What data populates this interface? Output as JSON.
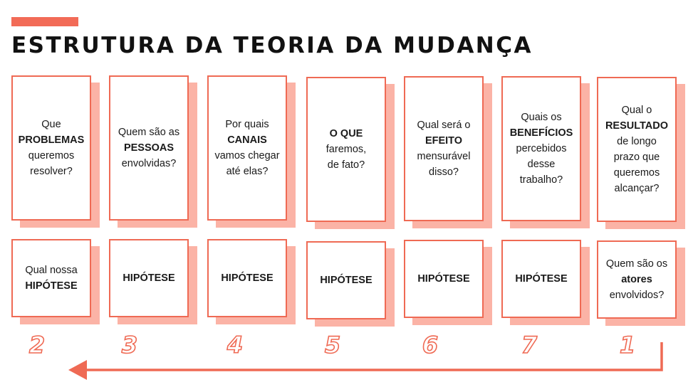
{
  "title": "ESTRUTURA DA TEORIA DA MUDANÇA",
  "colors": {
    "accent": "#ef6a54",
    "shadow": "#fbb3a6"
  },
  "questions": [
    {
      "lines": [
        {
          "t": "Que",
          "b": false
        },
        {
          "t": "PROBLEMAS",
          "b": true
        },
        {
          "t": "queremos",
          "b": false
        },
        {
          "t": "resolver?",
          "b": false
        }
      ]
    },
    {
      "lines": [
        {
          "t": "Quem são as",
          "b": false
        },
        {
          "t": "PESSOAS",
          "b": true
        },
        {
          "t": "envolvidas?",
          "b": false
        }
      ]
    },
    {
      "lines": [
        {
          "t": "Por quais",
          "b": false
        },
        {
          "t": "CANAIS",
          "b": true
        },
        {
          "t": "vamos chegar",
          "b": false
        },
        {
          "t": "até elas?",
          "b": false
        }
      ]
    },
    {
      "lines": [
        {
          "t": "O QUE",
          "b": true
        },
        {
          "t": "faremos,",
          "b": false
        },
        {
          "t": "de fato?",
          "b": false
        }
      ]
    },
    {
      "lines": [
        {
          "t": "Qual será o",
          "b": false
        },
        {
          "t": "EFEITO",
          "b": true
        },
        {
          "t": "mensurável",
          "b": false
        },
        {
          "t": "disso?",
          "b": false
        }
      ]
    },
    {
      "lines": [
        {
          "t": "Quais os",
          "b": false
        },
        {
          "t": "BENEFÍCIOS",
          "b": true
        },
        {
          "t": "percebidos",
          "b": false
        },
        {
          "t": "desse",
          "b": false
        },
        {
          "t": "trabalho?",
          "b": false
        }
      ]
    },
    {
      "lines": [
        {
          "t": "Qual o",
          "b": false
        },
        {
          "t": "RESULTADO",
          "b": true
        },
        {
          "t": "de longo",
          "b": false
        },
        {
          "t": "prazo que",
          "b": false
        },
        {
          "t": "queremos",
          "b": false
        },
        {
          "t": "alcançar?",
          "b": false
        }
      ]
    }
  ],
  "hypotheses": [
    {
      "lines": [
        {
          "t": "Qual nossa",
          "b": false
        },
        {
          "t": "HIPÓTESE",
          "b": true
        }
      ]
    },
    {
      "lines": [
        {
          "t": "HIPÓTESE",
          "b": true
        }
      ]
    },
    {
      "lines": [
        {
          "t": "HIPÓTESE",
          "b": true
        }
      ]
    },
    {
      "lines": [
        {
          "t": "HIPÓTESE",
          "b": true
        }
      ]
    },
    {
      "lines": [
        {
          "t": "HIPÓTESE",
          "b": true
        }
      ]
    },
    {
      "lines": [
        {
          "t": "HIPÓTESE",
          "b": true
        }
      ]
    },
    {
      "lines": [
        {
          "t": "Quem são os",
          "b": false
        },
        {
          "t": "atores",
          "b": true
        },
        {
          "t": "envolvidos?",
          "b": false
        }
      ]
    }
  ],
  "step_numbers": [
    "2",
    "3",
    "4",
    "5",
    "6",
    "7",
    "1"
  ]
}
